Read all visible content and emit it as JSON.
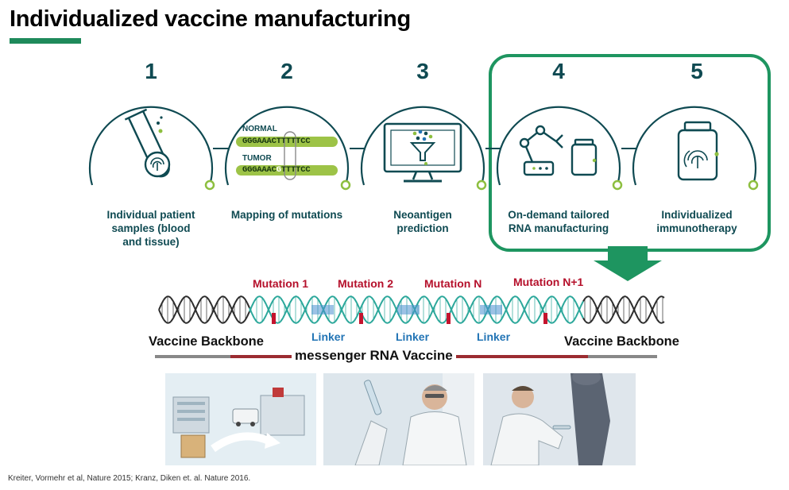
{
  "title": "Individualized vaccine manufacturing",
  "steps": [
    {
      "num": "1",
      "label_lines": [
        "Individual patient",
        "samples (blood",
        "and tissue)"
      ]
    },
    {
      "num": "2",
      "label_lines": [
        "Mapping of mutations"
      ]
    },
    {
      "num": "3",
      "label_lines": [
        "Neoantigen",
        "prediction"
      ]
    },
    {
      "num": "4",
      "label_lines": [
        "On-demand tailored",
        "RNA manufacturing"
      ]
    },
    {
      "num": "5",
      "label_lines": [
        "Individualized",
        "immunotherapy"
      ]
    }
  ],
  "mapping": {
    "normal_label": "NORMAL",
    "normal_seq": "GGGAAACTTTTTCC",
    "tumor_label": "TUMOR",
    "tumor_seq_prefix": "GGGAAAC",
    "tumor_seq_mut": "G",
    "tumor_seq_suffix": "TTTTCC"
  },
  "construct": {
    "mutations": [
      "Mutation 1",
      "Mutation 2",
      "Mutation N",
      "Mutation N+1"
    ],
    "linkers": [
      "Linker",
      "Linker",
      "Linker"
    ],
    "backbone_left": "Vaccine Backbone",
    "backbone_right": "Vaccine Backbone",
    "mrna_label": "messenger RNA Vaccine"
  },
  "colors": {
    "primary": "#0f4a52",
    "accent_green": "#1e9560",
    "mutation": "#b5102b",
    "linker": "#2274b5",
    "dot_green": "#8dbf3f"
  },
  "citation": "Kreiter, Vormehr et al, Nature 2015; Kranz, Diken  et. al. Nature 2016."
}
